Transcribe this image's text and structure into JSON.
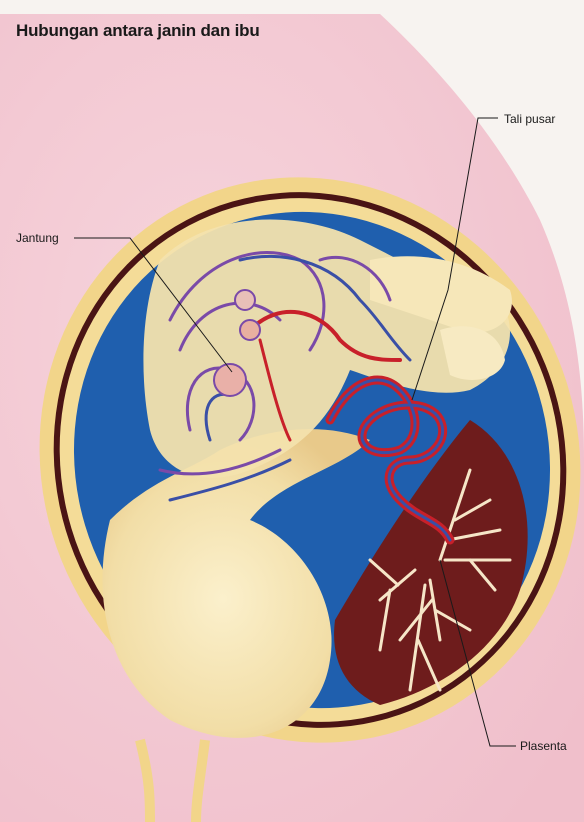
{
  "title": "Hubungan antara janin dan ibu",
  "labels": {
    "jantung": "Jantung",
    "tali_pusar": "Tali pusar",
    "plasenta": "Plasenta"
  },
  "colors": {
    "background": "#f7f3f0",
    "maternal_skin": "#f3c8d3",
    "uterus_wall": "#f2d58a",
    "amniotic_fluid": "#1f5fae",
    "placenta": "#6e1c1c",
    "artery": "#c8202a",
    "vein": "#3a4fa6",
    "fetus": "#f6e3b0"
  }
}
